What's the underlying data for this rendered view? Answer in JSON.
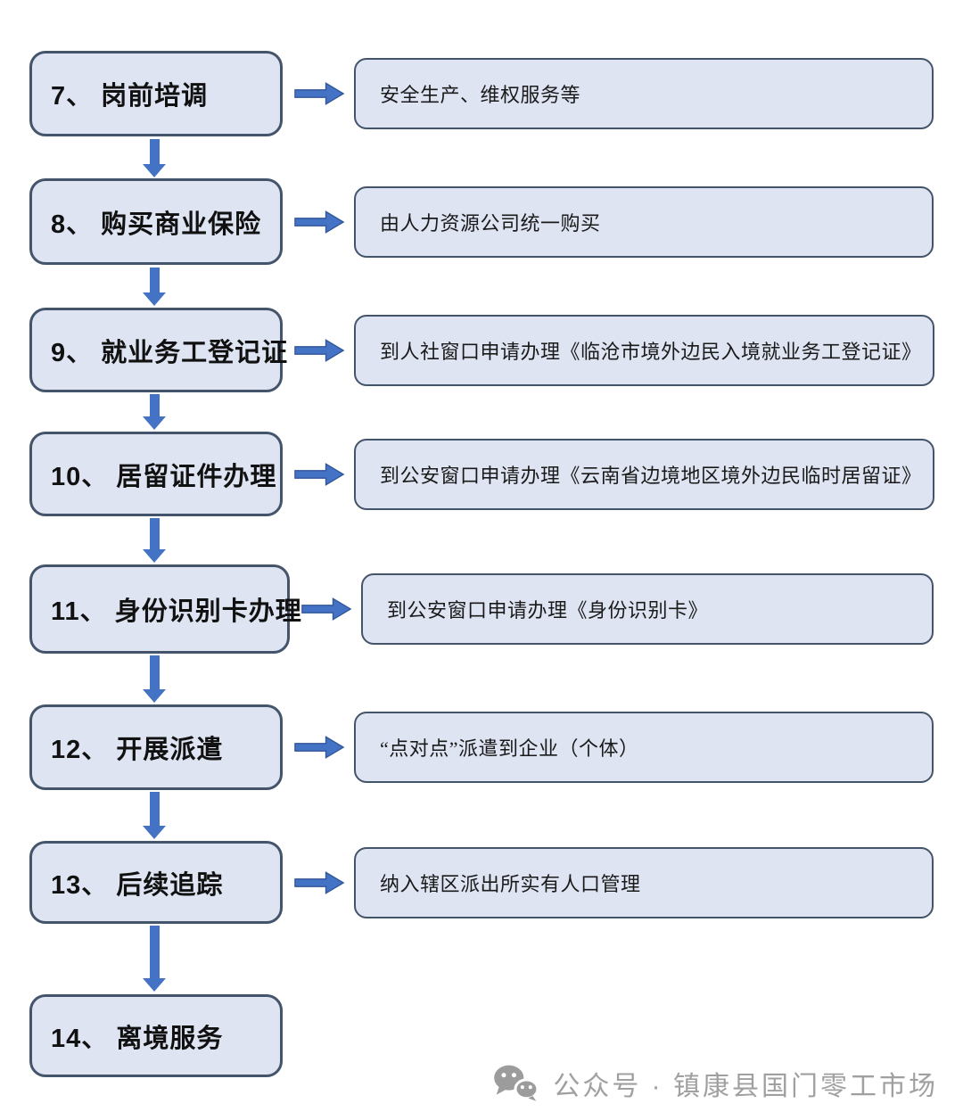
{
  "colors": {
    "background": "#ffffff",
    "box_fill": "#dee4f2",
    "box_border": "#44546a",
    "arrow_fill": "#4472c4",
    "arrow_outline": "#2f5597",
    "footer_text": "#a0a0a0"
  },
  "flow": {
    "steps": [
      {
        "label": "7、 岗前培调",
        "detail": "安全生产、维权服务等"
      },
      {
        "label": "8、 购买商业保险",
        "detail": "由人力资源公司统一购买"
      },
      {
        "label": "9、 就业务工登记证",
        "detail": "到人社窗口申请办理《临沧市境外边民入境就业务工登记证》"
      },
      {
        "label": "10、 居留证件办理",
        "detail": "到公安窗口申请办理《云南省边境地区境外边民临时居留证》"
      },
      {
        "label": "11、 身份识别卡办理",
        "detail": "到公安窗口申请办理《身份识别卡》"
      },
      {
        "label": "12、 开展派遣",
        "detail": "“点对点”派遣到企业（个体）"
      },
      {
        "label": "13、 后续追踪",
        "detail": "纳入辖区派出所实有人口管理"
      },
      {
        "label": "14、 离境服务",
        "detail": ""
      }
    ]
  },
  "footer": {
    "icon": "wechat-icon",
    "text": "公众号 · 镇康县国门零工市场"
  }
}
